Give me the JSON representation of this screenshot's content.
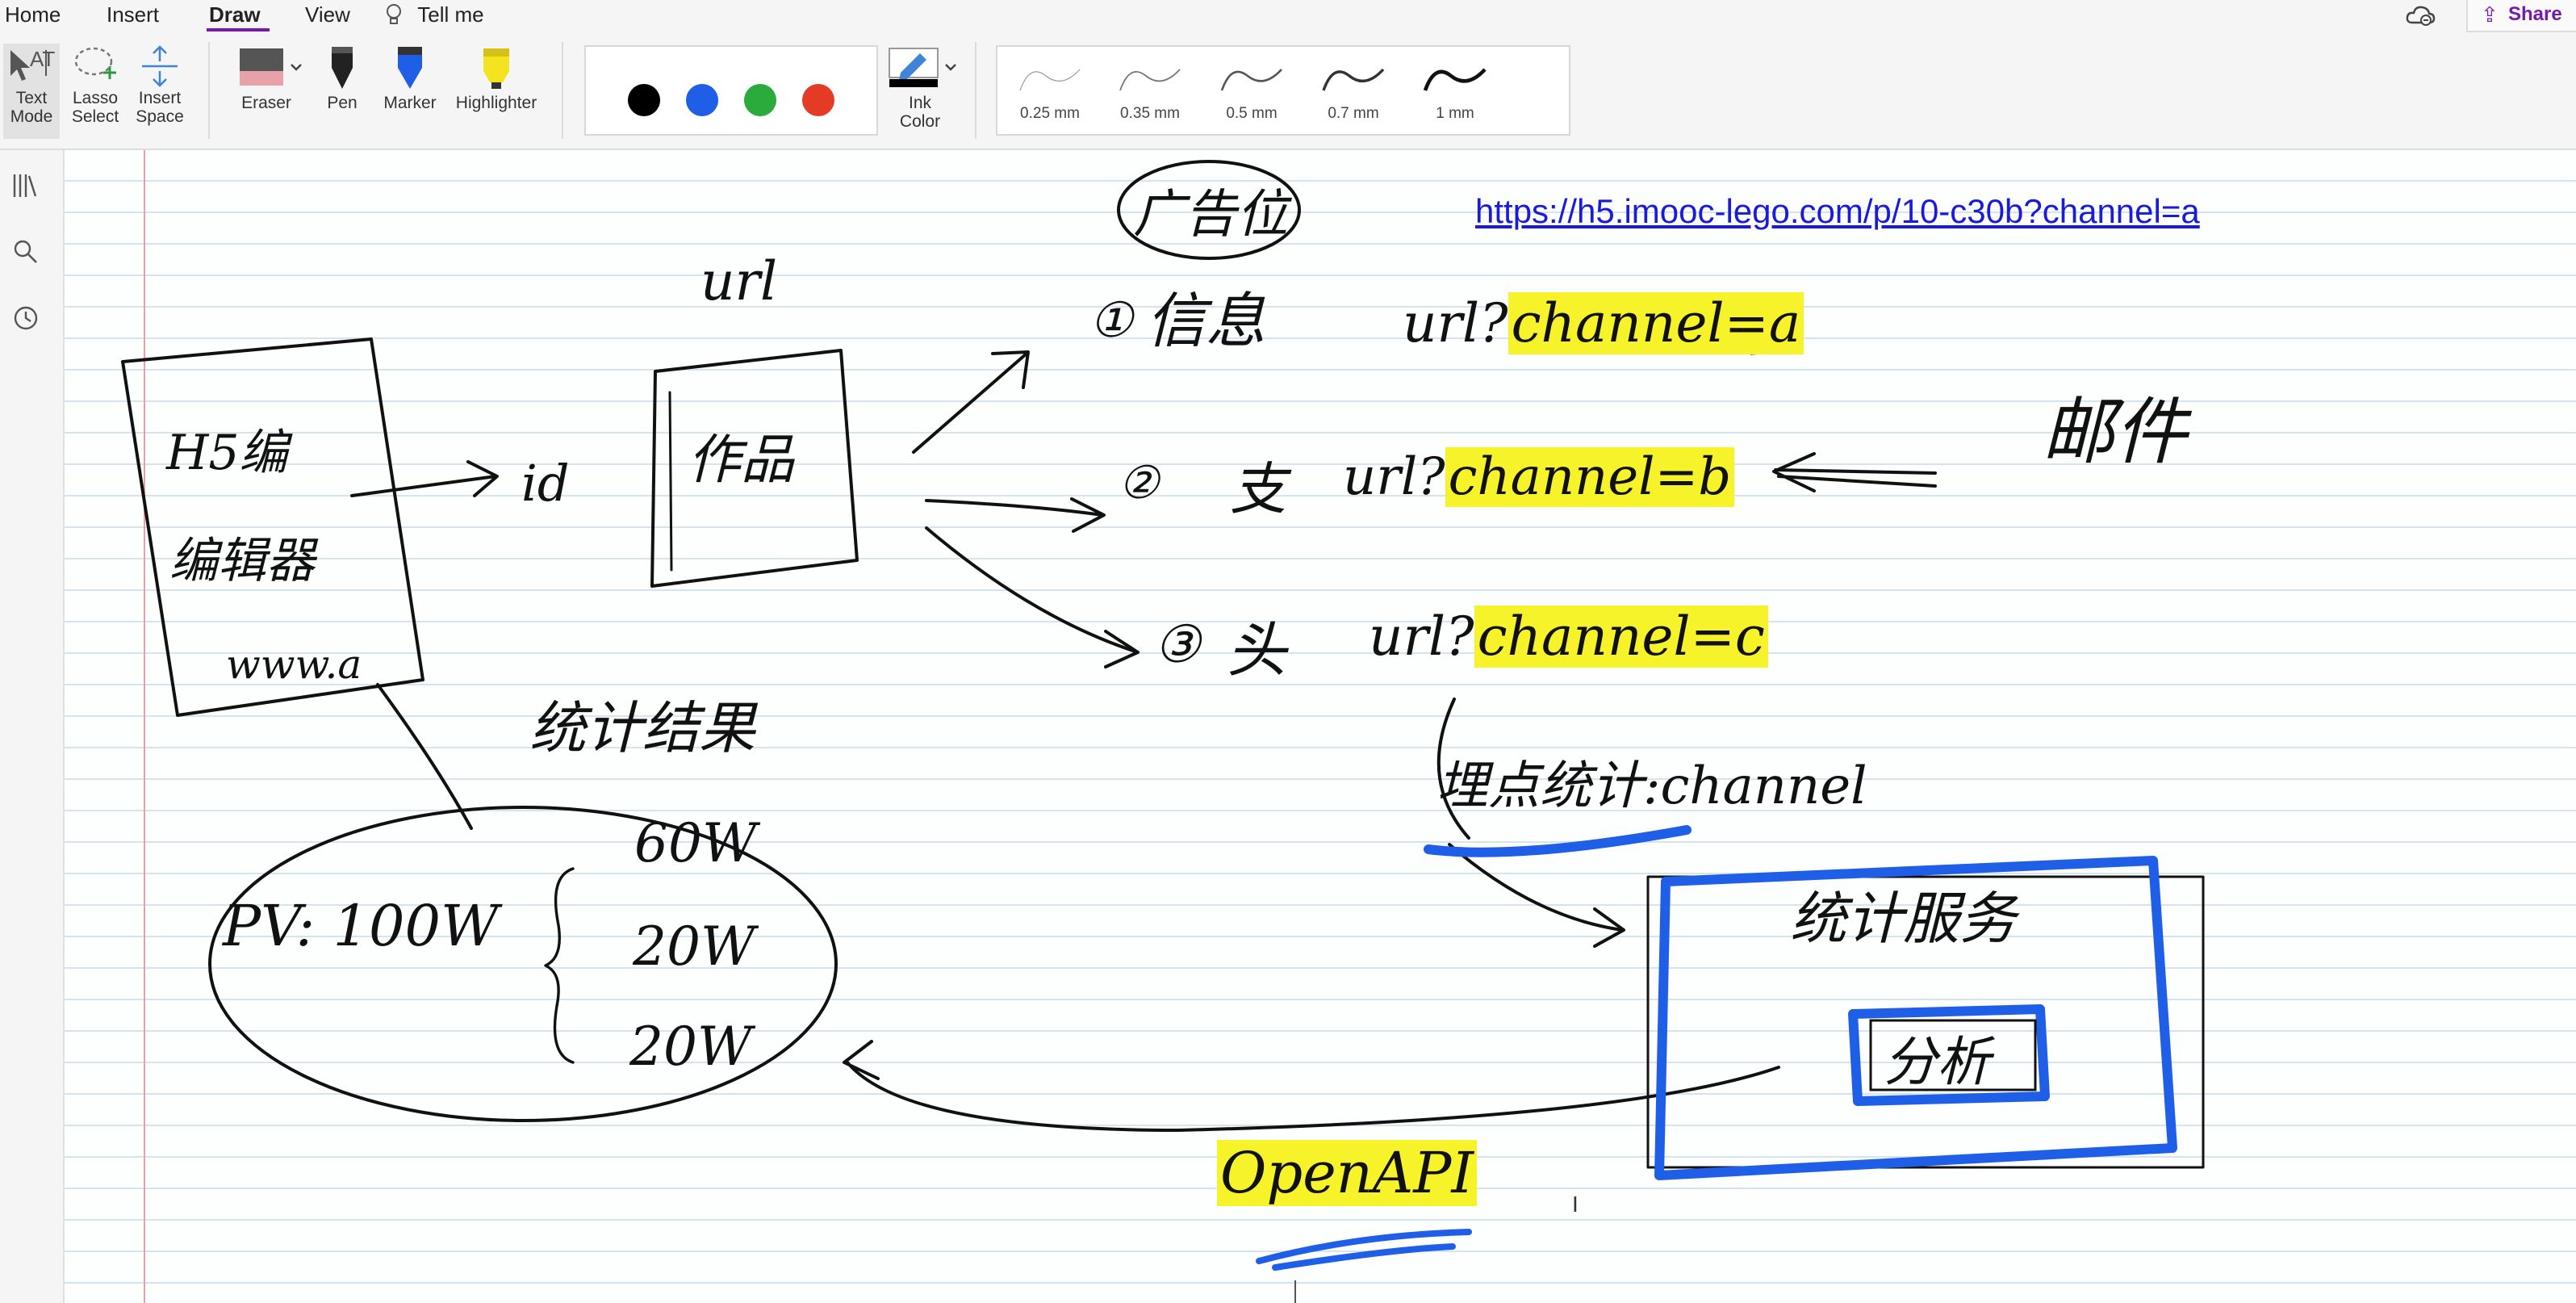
{
  "menu": {
    "tabs": [
      {
        "label": "Home"
      },
      {
        "label": "Insert"
      },
      {
        "label": "Draw"
      },
      {
        "label": "View"
      }
    ],
    "active_tab": "Draw",
    "tell_me": "Tell me",
    "share": "Share",
    "accent_color": "#7719aa"
  },
  "ribbon": {
    "tools": [
      {
        "label_top": "Text",
        "label_bottom": "Mode",
        "icon": "text-mode-icon"
      },
      {
        "label_top": "Lasso",
        "label_bottom": "Select",
        "icon": "lasso-select-icon"
      },
      {
        "label_top": "Insert",
        "label_bottom": "Space",
        "icon": "insert-space-icon"
      }
    ],
    "pens": [
      {
        "label": "Eraser",
        "icon": "eraser-icon"
      },
      {
        "label": "Pen",
        "icon": "pen-icon"
      },
      {
        "label": "Marker",
        "icon": "marker-icon"
      },
      {
        "label": "Highlighter",
        "icon": "highlighter-icon"
      }
    ],
    "colors": [
      "#000000",
      "#1f5fe8",
      "#2bab3c",
      "#e43b27"
    ],
    "ink_color": {
      "label_top": "Ink",
      "label_bottom": "Color"
    },
    "thickness": [
      "0.25 mm",
      "0.35 mm",
      "0.5 mm",
      "0.7 mm",
      "1 mm"
    ]
  },
  "leftnav": [
    "notebooks-icon",
    "search-icon",
    "recent-icon"
  ],
  "page": {
    "link": "https://h5.imooc-lego.com/p/10-c30b?channel=a",
    "ink_labels": {
      "url_top": "url",
      "id": "id",
      "box_a_line1": "H5编",
      "box_a_line2": "编辑器",
      "box_a_www": "www.a",
      "zuopin": "作品",
      "guanggao": "广告位",
      "row1_num": "①",
      "row1_cn": "信息",
      "row1_url": "url?",
      "row1_hl": "channel=a",
      "row2_num": "②",
      "row2_cn": "支",
      "row2_url": "url?",
      "row2_hl": "channel=b",
      "row3_num": "③",
      "row3_cn": "头",
      "row3_url": "url?",
      "row3_hl": "channel=c",
      "right_cn": "邮件",
      "tongji_jieguo": "统计结果",
      "pv": "PV: 100W",
      "pv_60": "60W",
      "pv_20a": "20W",
      "pv_20b": "20W",
      "maidian": "埋点统计:channel",
      "tongji_fuwu": "统计服务",
      "fenxi": "分析",
      "open_api": "OpenAPI"
    }
  }
}
